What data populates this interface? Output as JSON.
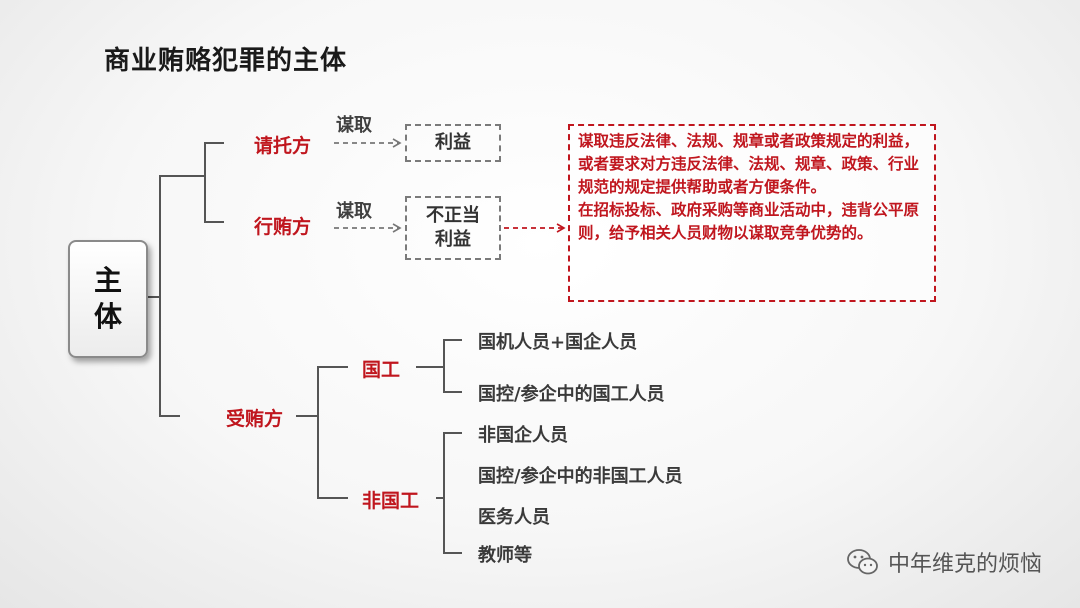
{
  "title": "商业贿赂犯罪的主体",
  "root": {
    "label": "主体"
  },
  "briber_side": {
    "requester": "请托方",
    "briber": "行贿方",
    "seek_1": "谋取",
    "seek_2": "谋取",
    "benefit": "利益",
    "improper_benefit": "不正当利益",
    "definition": [
      "谋取违反法律、法规、规章或者政策规定的利益，或者要求对方违反法律、法规、规章、政策、行业规范的规定提供帮助或者方便条件。",
      "在招标投标、政府采购等商业活动中，违背公平原则，给予相关人员财物以谋取竞争优势的。"
    ]
  },
  "bribee_side": {
    "label": "受贿方",
    "state_staff": {
      "label": "国工",
      "items": [
        "国机人员+国企人员",
        "国控/参企中的国工人员"
      ]
    },
    "non_state_staff": {
      "label": "非国工",
      "items": [
        "非国企人员",
        "国控/参企中的非国工人员",
        "医务人员",
        "教师等"
      ]
    }
  },
  "colors": {
    "accent_red": "#c0161e",
    "bracket": "#555555"
  },
  "watermark": {
    "icon": "wechat-icon",
    "text": "中年维克的烦恼"
  }
}
